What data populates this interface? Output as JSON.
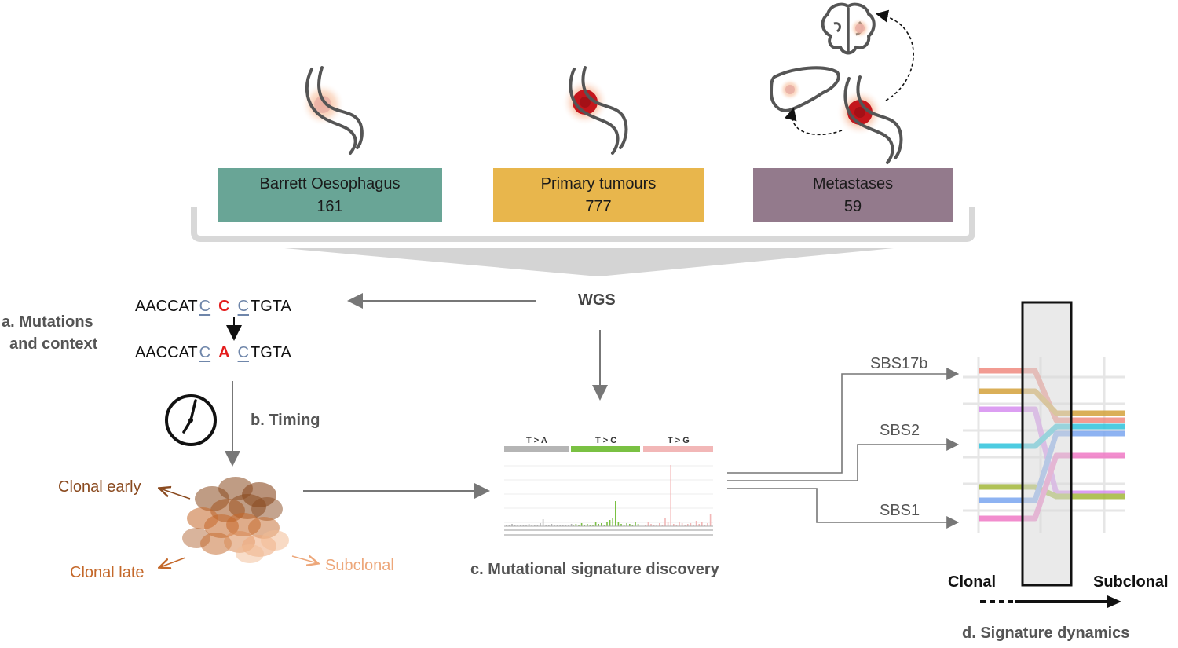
{
  "groups": [
    {
      "name": "Barrett Oesophagus",
      "count": "161",
      "color": "#69a596"
    },
    {
      "name": "Primary tumours",
      "count": "777",
      "color": "#e8b64c"
    },
    {
      "name": "Metastases",
      "count": "59",
      "color": "#937a8c"
    }
  ],
  "wgs_label": "WGS",
  "panel_a": {
    "title_line1": "a. Mutations",
    "title_line2": "and context",
    "seq_top": {
      "prefix": "AACCAT",
      "left": "C",
      "center": "C",
      "right": "C",
      "suffix": "TGTA"
    },
    "seq_bottom": {
      "prefix": "AACCAT",
      "left": "C",
      "center": "A",
      "right": "C",
      "suffix": "TGTA"
    }
  },
  "panel_b": {
    "title": "b. Timing"
  },
  "clonality": {
    "early": "Clonal early",
    "late": "Clonal late",
    "subclonal": "Subclonal"
  },
  "panel_c": {
    "title": "c. Mutational signature discovery",
    "categories": [
      "T > A",
      "T > C",
      "T > G"
    ],
    "category_colors": [
      "#b5b5b5",
      "#7ac143",
      "#f2b7b7"
    ]
  },
  "signatures": [
    "SBS17b",
    "SBS2",
    "SBS1"
  ],
  "panel_d": {
    "title": "d. Signature dynamics",
    "left_label": "Clonal",
    "right_label": "Subclonal"
  }
}
